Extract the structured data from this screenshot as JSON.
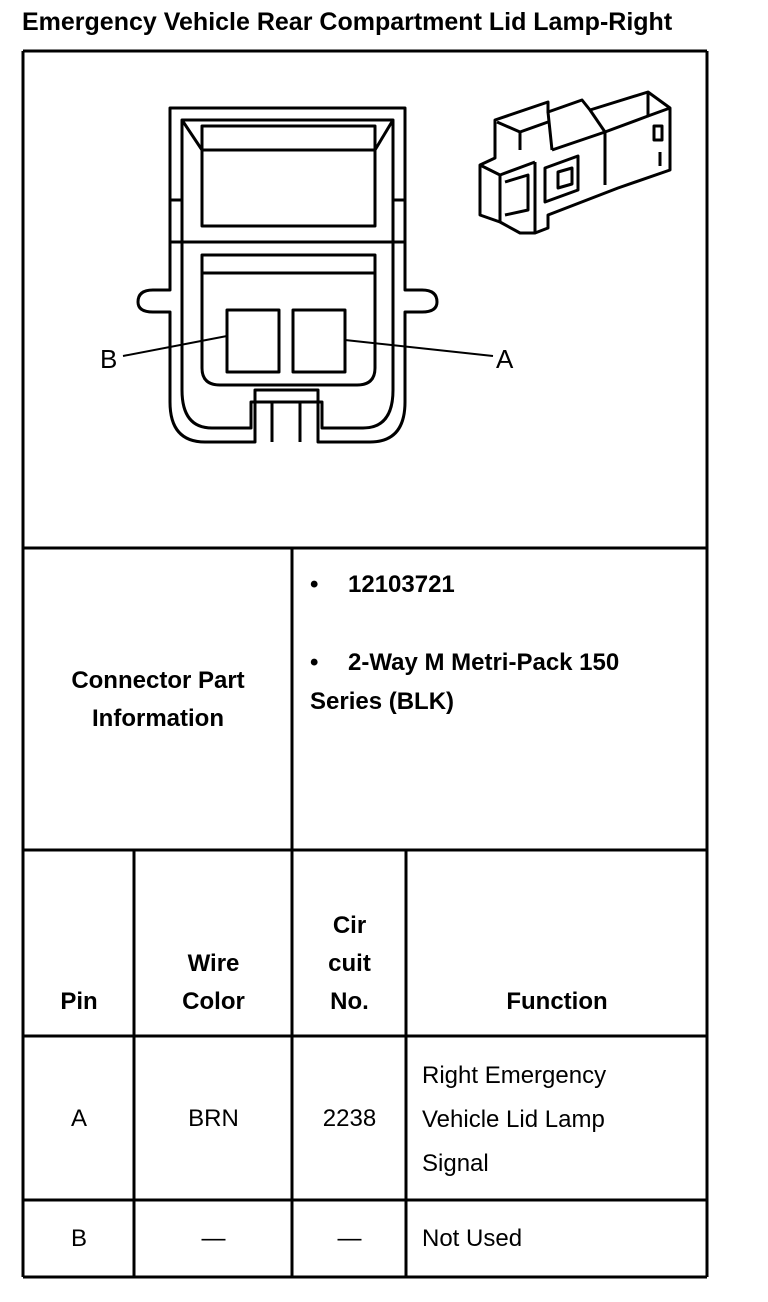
{
  "title": "Emergency Vehicle Rear Compartment Lid Lamp-Right",
  "connector": {
    "pin_labels": [
      "B",
      "A"
    ]
  },
  "part_info": {
    "label": "Connector Part Information",
    "bullets": [
      "12103721",
      "2-Way M Metri-Pack 150 Series (BLK)"
    ]
  },
  "table": {
    "headers": [
      "Pin",
      "Wire Color",
      "Cir cuit No.",
      "Function"
    ],
    "rows": [
      {
        "pin": "A",
        "wire_color": "BRN",
        "circuit": "2238",
        "function": "Right Emergency Vehicle Lid Lamp Signal"
      },
      {
        "pin": "B",
        "wire_color": "—",
        "circuit": "—",
        "function": "Not Used"
      }
    ]
  }
}
